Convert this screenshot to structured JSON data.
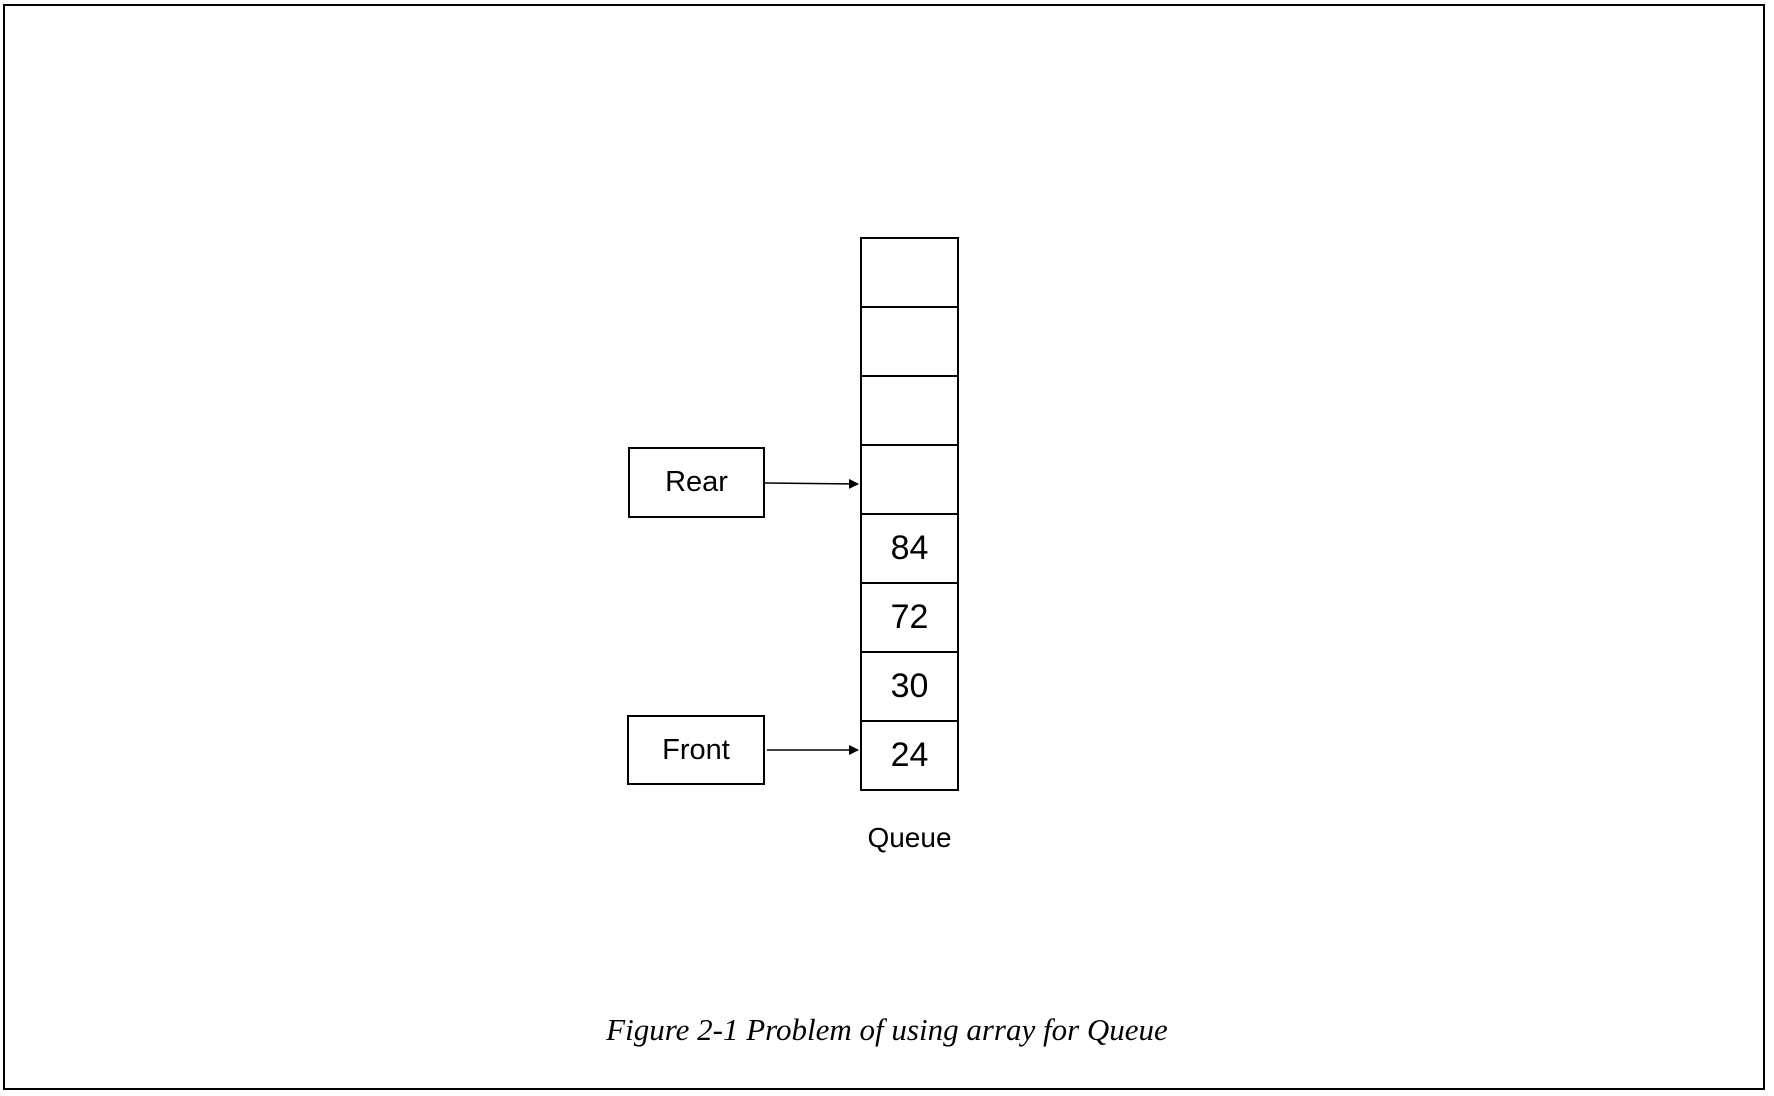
{
  "figure": {
    "caption": "Figure 2-1 Problem of using array for Queue",
    "queue_label": "Queue",
    "cells": [
      "",
      "",
      "",
      "",
      "84",
      "72",
      "30",
      "24"
    ],
    "pointers": {
      "rear": {
        "label": "Rear",
        "target_index": 3
      },
      "front": {
        "label": "Front",
        "target_index": 7
      }
    }
  }
}
